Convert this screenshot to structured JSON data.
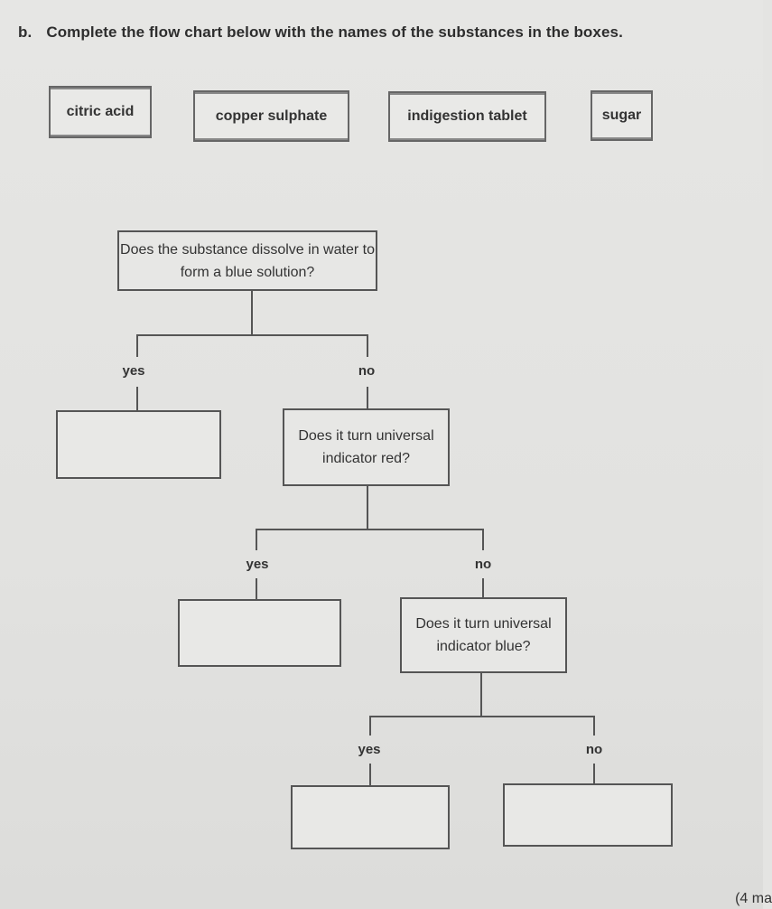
{
  "question": {
    "number": "b.",
    "instruction": "Complete the flow chart below with the names of the substances in the boxes."
  },
  "substances": [
    "citric acid",
    "copper sulphate",
    "indigestion tablet",
    "sugar"
  ],
  "flowchart": {
    "q1": "Does the substance dissolve in water to form a blue solution?",
    "q2": "Does it turn universal indicator red?",
    "q3": "Does it turn universal indicator blue?",
    "yes_label": "yes",
    "no_label": "no",
    "answer_boxes": [
      "",
      "",
      "",
      ""
    ]
  },
  "marks": "(4 ma"
}
